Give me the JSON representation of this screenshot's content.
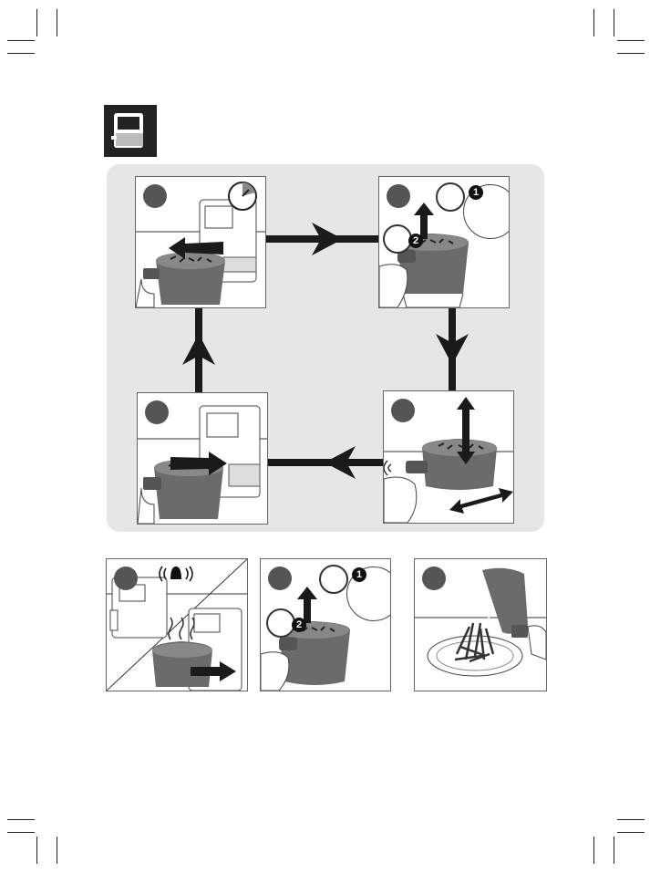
{
  "page": {
    "header_icon": "airfryer-icon",
    "loop_background_color": "#e6e6e6",
    "badge_color": "#555555",
    "basket_color": "#6b6b6b"
  },
  "loop_steps": [
    {
      "icon": "timer-icon",
      "arrow": "pull-out-arrow-icon"
    },
    {
      "icon": "basket-release-icon",
      "callouts": [
        "1",
        "2"
      ]
    },
    {
      "icon": "shake-basket-icon"
    },
    {
      "icon": "push-in-arrow-icon"
    }
  ],
  "bottom_steps": [
    {
      "icon": "bell-icon"
    },
    {
      "icon": "basket-release-icon",
      "callouts": [
        "1",
        "2"
      ]
    },
    {
      "icon": "serve-fries-icon"
    }
  ]
}
